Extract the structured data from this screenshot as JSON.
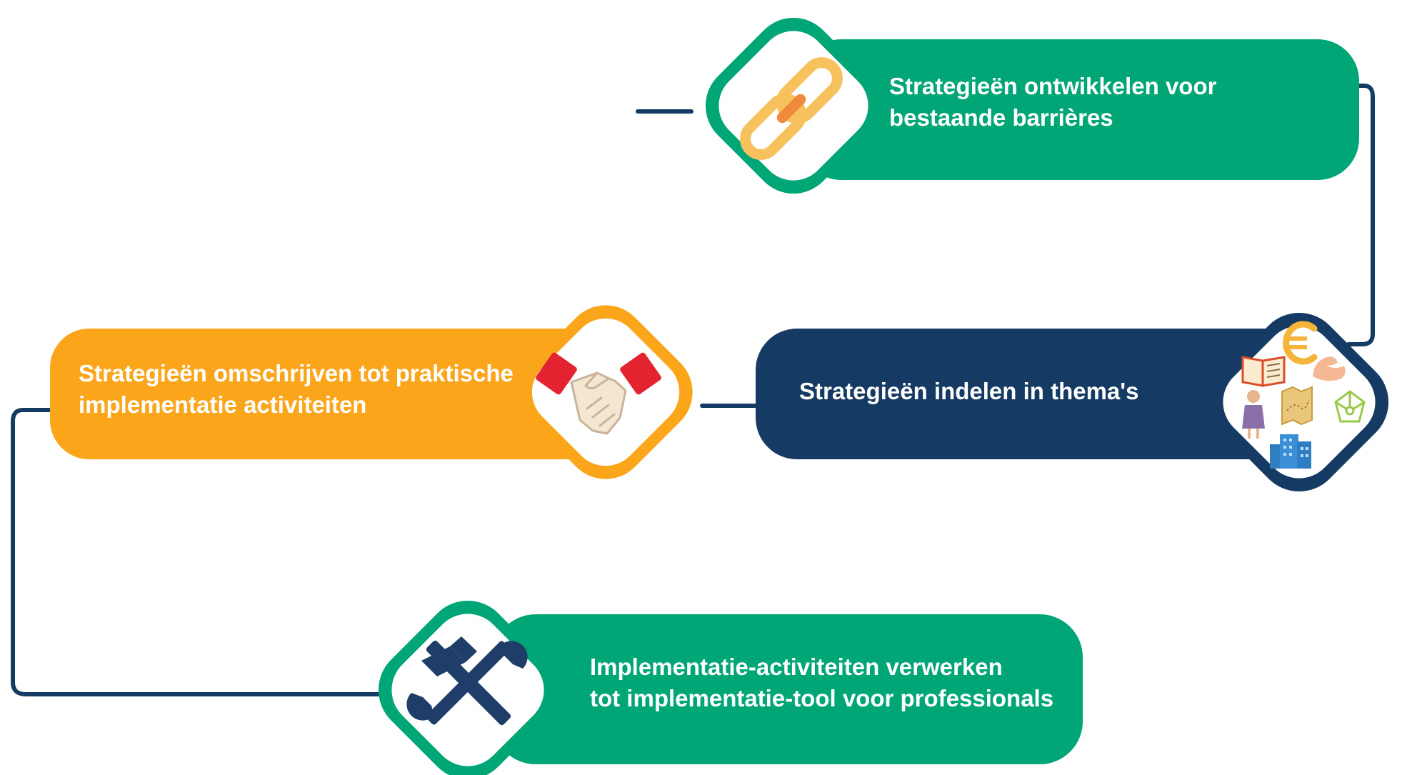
{
  "colors": {
    "green": "#00A676",
    "orange": "#FBA51A",
    "navy": "#153A64",
    "connector": "#143B64",
    "white": "#FFFFFF"
  },
  "steps": [
    {
      "id": "step-1",
      "lines": [
        "Strategieën ontwikkelen voor",
        "bestaande barrières"
      ],
      "color": "green",
      "icon": "chain-link-icon"
    },
    {
      "id": "step-2",
      "lines": [
        "Strategieën indelen in thema's"
      ],
      "color": "navy",
      "icon": "themes-collage-icon"
    },
    {
      "id": "step-3",
      "lines": [
        "Strategieën omschrijven tot praktische",
        "implementatie activiteiten"
      ],
      "color": "orange",
      "icon": "handshake-icon"
    },
    {
      "id": "step-4",
      "lines": [
        "Implementatie-activiteiten verwerken",
        "tot implementatie-tool voor professionals"
      ],
      "color": "green",
      "icon": "hammer-wrench-icon"
    }
  ],
  "themes_icons": [
    "euro-icon",
    "book-icon",
    "muscle-arm-icon",
    "person-icon",
    "map-icon",
    "network-icon",
    "buildings-icon"
  ]
}
